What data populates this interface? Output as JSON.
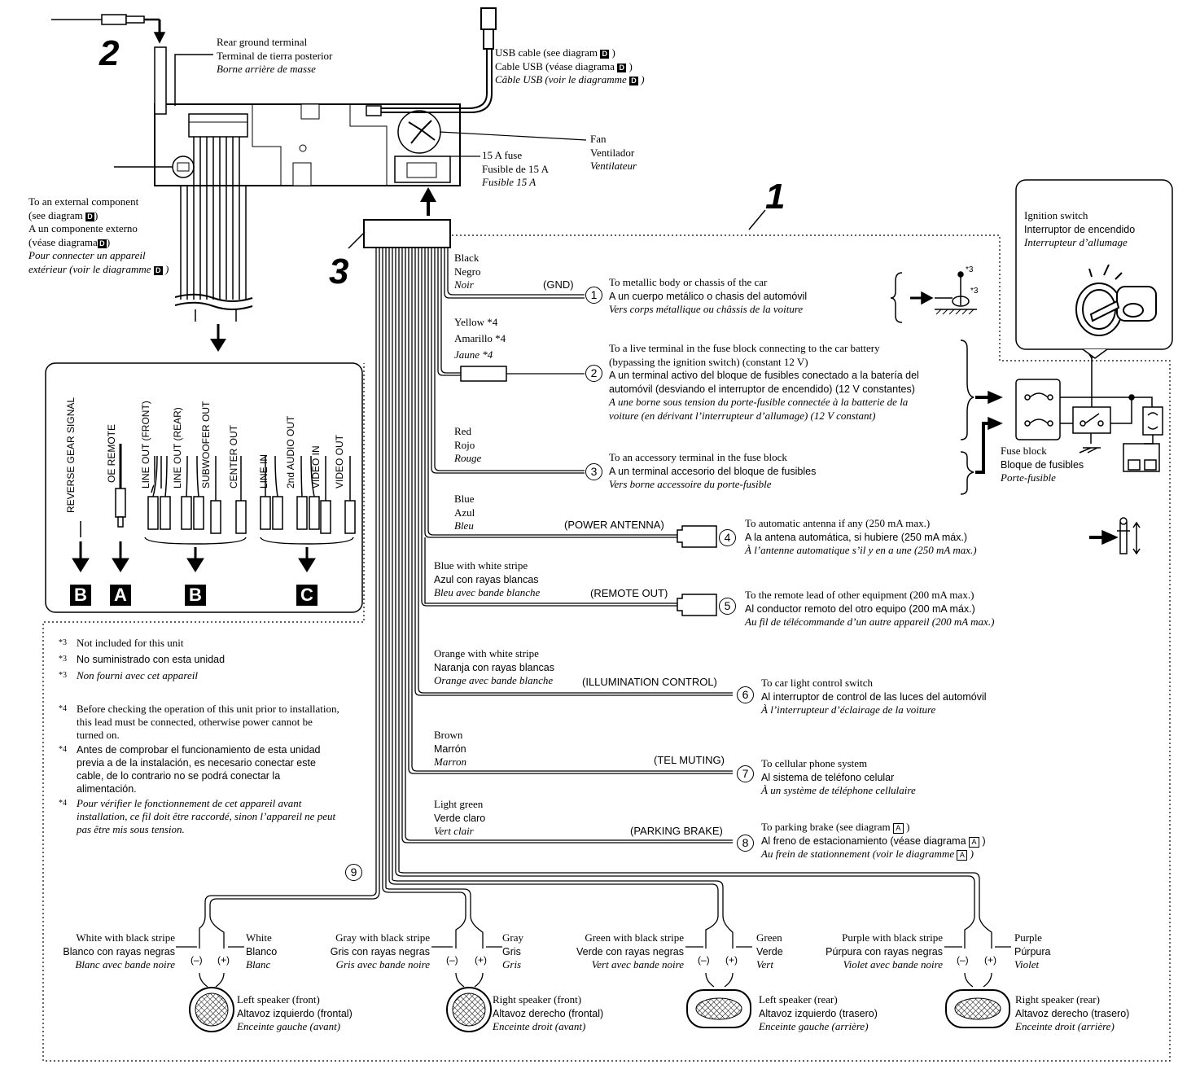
{
  "big_numbers": {
    "n1": "1",
    "n2": "2",
    "n3": "3"
  },
  "unit_labels": {
    "rear_ground": [
      "Rear ground terminal",
      "Terminal de tierra posterior",
      "Borne arrière de masse"
    ],
    "usb_cable": [
      "USB cable (see diagram",
      "Cable USB (véase diagrama",
      "Câble USB (voir le diagramme"
    ],
    "usb_ref": "D",
    "fan": [
      "Fan",
      "Ventilador",
      "Ventilateur"
    ],
    "fuse": [
      "15 A fuse",
      "Fusible de 15 A",
      "Fusible 15 A"
    ],
    "external": [
      "To an external component",
      "(see diagram",
      "A un componente externo",
      "(véase diagrama",
      "Pour connecter un appareil",
      "extérieur (voir le diagramme"
    ],
    "external_ref": "D"
  },
  "rca_outputs": {
    "labels": [
      "REVERSE GEAR SIGNAL",
      "OE REMOTE",
      "LINE OUT (FRONT)",
      "LINE OUT (REAR)",
      "SUBWOOFER OUT",
      "CENTER OUT",
      "LINE IN",
      "2nd AUDIO OUT",
      "VIDEO IN",
      "VIDEO OUT"
    ],
    "diagram_refs": [
      "B",
      "A",
      "B",
      "C"
    ]
  },
  "wires": [
    {
      "num": "1",
      "color": [
        "Black",
        "Negro",
        "Noir"
      ],
      "tag": "(GND)",
      "dest": [
        "To metallic body or chassis of the car",
        "A un cuerpo metálico o chasis del automóvil",
        "Vers corps métallique ou châssis de la voiture"
      ]
    },
    {
      "num": "2",
      "color": [
        "Yellow *4",
        "Amarillo *4",
        "Jaune *4"
      ],
      "tag": "",
      "dest": [
        "To a live terminal in the fuse block connecting to the car battery",
        "(bypassing the ignition switch) (constant 12 V)",
        "A un terminal activo del bloque de fusibles conectado a la batería del",
        "automóvil (desviando el interruptor de encendido) (12 V constantes)",
        "A une borne sous tension du porte-fusible connectée à la batterie de la",
        "voiture (en dérivant l’interrupteur d’allumage) (12 V constant)"
      ]
    },
    {
      "num": "3",
      "color": [
        "Red",
        "Rojo",
        "Rouge"
      ],
      "tag": "",
      "dest": [
        "To an accessory terminal in the fuse block",
        "A un terminal accesorio del bloque de fusibles",
        "Vers borne accessoire du porte-fusible"
      ]
    },
    {
      "num": "4",
      "color": [
        "Blue",
        "Azul",
        "Bleu"
      ],
      "tag": "(POWER ANTENNA)",
      "dest": [
        "To automatic antenna if any (250 mA max.)",
        "A la antena automática, si hubiere (250 mA máx.)",
        "À l’antenne automatique s’il y en a une (250 mA max.)"
      ]
    },
    {
      "num": "5",
      "color": [
        "Blue with white stripe",
        "Azul con rayas blancas",
        "Bleu avec bande blanche"
      ],
      "tag": "(REMOTE OUT)",
      "dest": [
        "To the remote lead of other equipment (200 mA max.)",
        "Al conductor remoto del otro equipo (200 mA máx.)",
        "Au fil de télécommande d’un autre appareil (200 mA max.)"
      ]
    },
    {
      "num": "6",
      "color": [
        "Orange with white stripe",
        "Naranja con rayas blancas",
        "Orange avec bande blanche"
      ],
      "tag": "(ILLUMINATION CONTROL)",
      "dest": [
        "To car light control switch",
        "Al interruptor de control de las luces del automóvil",
        "À l’interrupteur d’éclairage de la voiture"
      ]
    },
    {
      "num": "7",
      "color": [
        "Brown",
        "Marrón",
        "Marron"
      ],
      "tag": "(TEL MUTING)",
      "dest": [
        "To cellular phone system",
        "Al sistema de teléfono celular",
        "À un système de téléphone cellulaire"
      ]
    },
    {
      "num": "8",
      "color": [
        "Light green",
        "Verde claro",
        "Vert clair"
      ],
      "tag": "(PARKING BRAKE)",
      "dest": [
        "To parking brake (see diagram",
        "Al freno de estacionamiento (véase diagrama",
        "Au frein de stationnement (voir le diagramme"
      ],
      "dest_ref": "A"
    }
  ],
  "ignition": {
    "title": [
      "Ignition switch",
      "Interruptor de encendido",
      "Interrupteur d’allumage"
    ]
  },
  "fuse_block": [
    "Fuse block",
    "Bloque de fusibles",
    "Porte-fusible"
  ],
  "footnotes": {
    "n3": {
      "mark": "*3",
      "lines": [
        "Not included for this unit",
        "No suministrado con esta unidad",
        "Non fourni avec cet appareil"
      ]
    },
    "n4": {
      "mark": "*4",
      "paras": [
        "Before checking the operation of this unit prior to installation, this lead must be connected, otherwise power cannot be turned on.",
        "Antes de comprobar el funcionamiento de esta unidad previa a de la instalación, es necesario conectar este cable, de lo contrario no se podrá conectar la alimentación.",
        "Pour vérifier le fonctionnement de cet appareil avant installation, ce fil doit être raccordé, sinon l’appareil ne peut pas être mis sous tension."
      ]
    }
  },
  "speaker_group_num": "9",
  "speakers": [
    {
      "neg": [
        "White with black stripe",
        "Blanco con rayas negras",
        "Blanc avec bande noire"
      ],
      "pos": [
        "White",
        "Blanco",
        "Blanc"
      ],
      "name": [
        "Left speaker (front)",
        "Altavoz izquierdo (frontal)",
        "Enceinte gauche (avant)"
      ]
    },
    {
      "neg": [
        "Gray with black stripe",
        "Gris con rayas negras",
        "Gris avec bande noire"
      ],
      "pos": [
        "Gray",
        "Gris",
        "Gris"
      ],
      "name": [
        "Right speaker (front)",
        "Altavoz derecho (frontal)",
        "Enceinte droit (avant)"
      ]
    },
    {
      "neg": [
        "Green with black stripe",
        "Verde con rayas negras",
        "Vert avec bande noire"
      ],
      "pos": [
        "Green",
        "Verde",
        "Vert"
      ],
      "name": [
        "Left speaker (rear)",
        "Altavoz izquierdo (trasero)",
        "Enceinte gauche (arrière)"
      ]
    },
    {
      "neg": [
        "Purple with black stripe",
        "Púrpura con rayas negras",
        "Violet avec bande noire"
      ],
      "pos": [
        "Purple",
        "Púrpura",
        "Violet"
      ],
      "name": [
        "Right speaker (rear)",
        "Altavoz derecho (trasero)",
        "Enceinte droit (arrière)"
      ]
    }
  ],
  "polarity": {
    "neg": "(–)",
    "pos": "(+)"
  },
  "ground_marks": {
    "screw": "*3",
    "clamp": "*3"
  }
}
